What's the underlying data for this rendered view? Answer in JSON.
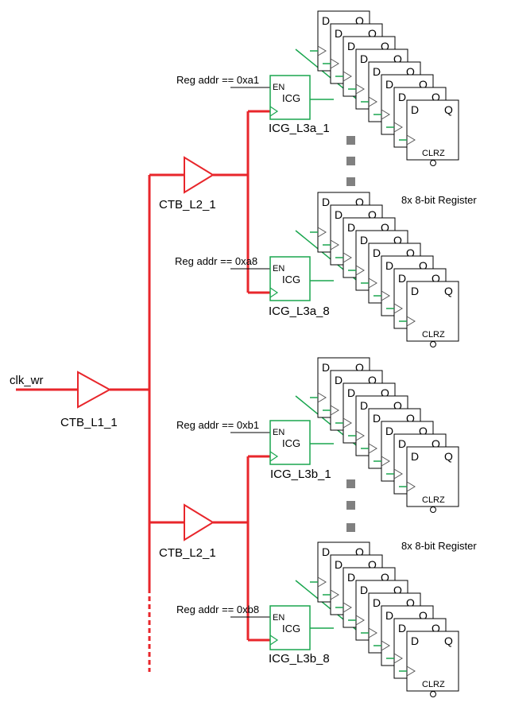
{
  "colors": {
    "clock_tree": "#e8262b",
    "gated_clock": "#1aa64f",
    "ink": "#000000",
    "dots": "#808080"
  },
  "labels": {
    "clk_in": "clk_wr",
    "l1_buffer": "CTB_L1_1",
    "l2_buffer_a": "CTB_L2_1",
    "l2_buffer_b": "CTB_L2_1",
    "register_caption_a": "8x 8-bit Register",
    "register_caption_b": "8x 8-bit Register"
  },
  "icg_cells": [
    {
      "cell_label": "ICG",
      "en_label": "EN",
      "name": "ICG_L3a_1",
      "enable": "Reg addr == 0xa1"
    },
    {
      "cell_label": "ICG",
      "en_label": "EN",
      "name": "ICG_L3a_8",
      "enable": "Reg addr == 0xa8"
    },
    {
      "cell_label": "ICG",
      "en_label": "EN",
      "name": "ICG_L3b_1",
      "enable": "Reg addr == 0xb1"
    },
    {
      "cell_label": "ICG",
      "en_label": "EN",
      "name": "ICG_L3b_8",
      "enable": "Reg addr == 0xb8"
    }
  ],
  "flip_flop": {
    "d": "D",
    "q": "Q",
    "clr": "CLRZ"
  },
  "flip_flops_per_register": 8
}
